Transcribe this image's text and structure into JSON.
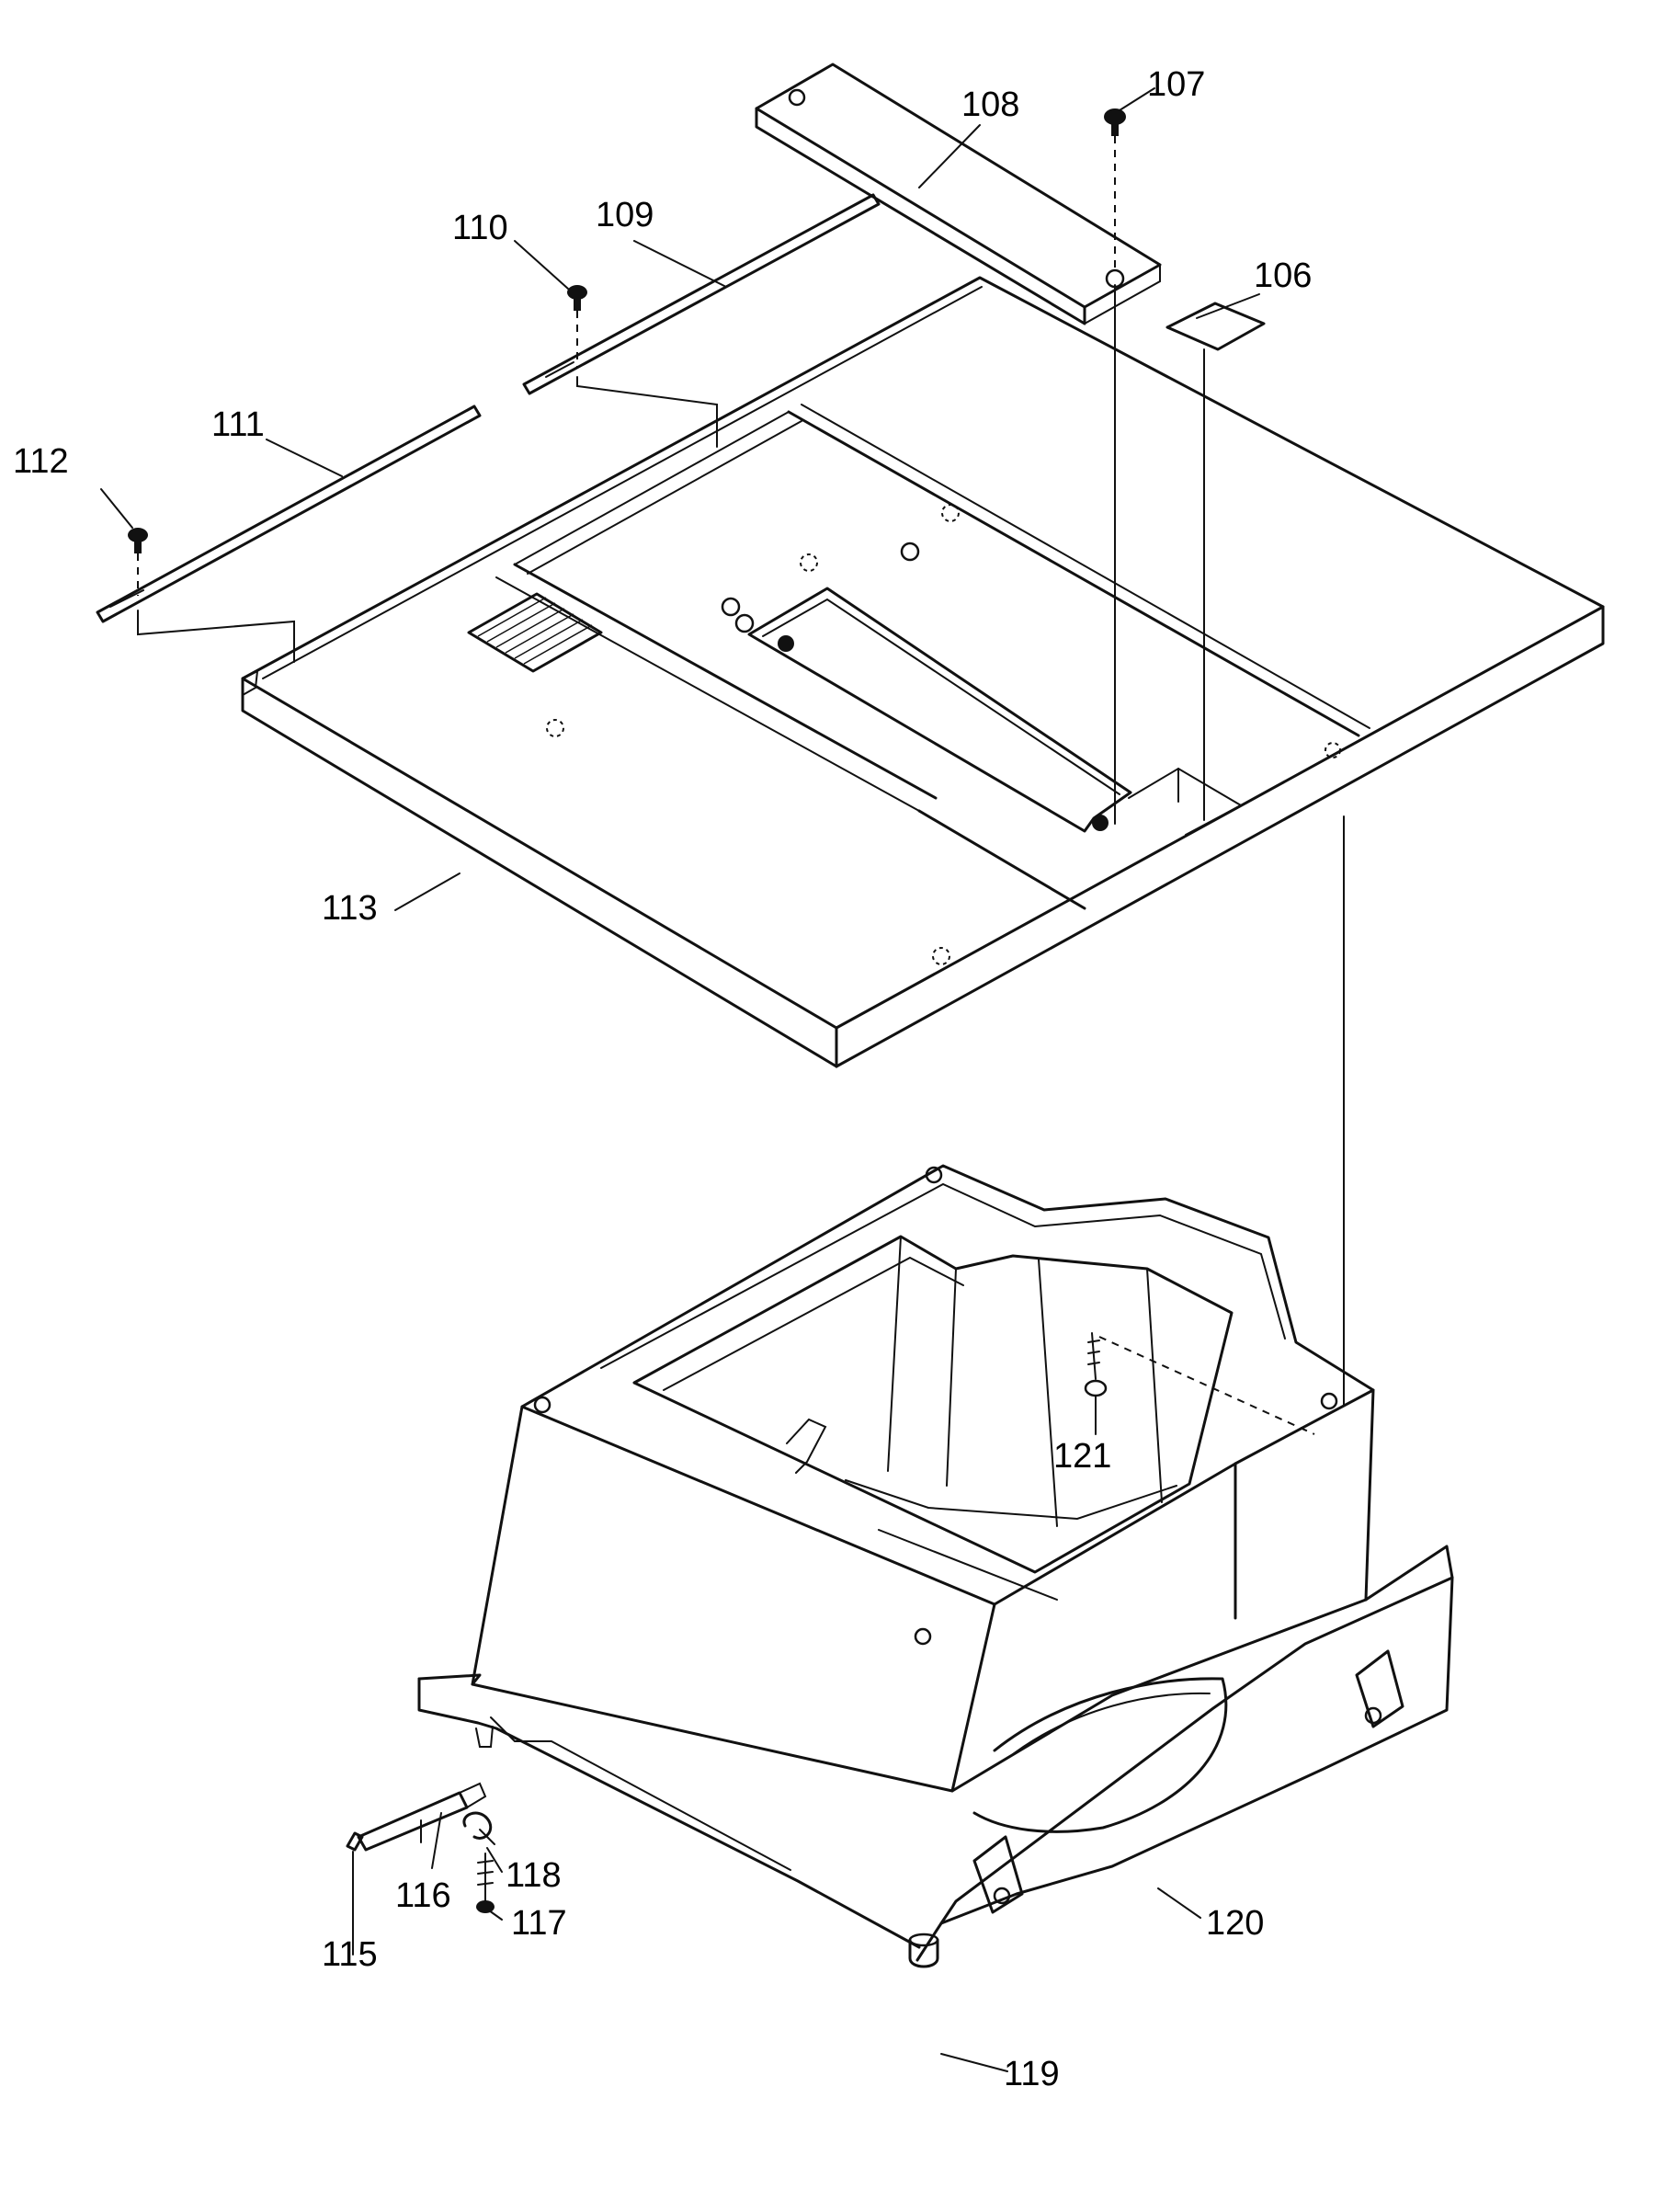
{
  "callouts": [
    {
      "id": "c106",
      "label": "106"
    },
    {
      "id": "c107",
      "label": "107"
    },
    {
      "id": "c108",
      "label": "108"
    },
    {
      "id": "c109",
      "label": "109"
    },
    {
      "id": "c110",
      "label": "110"
    },
    {
      "id": "c111",
      "label": "111"
    },
    {
      "id": "c112",
      "label": "112"
    },
    {
      "id": "c113",
      "label": "113"
    },
    {
      "id": "c115",
      "label": "115"
    },
    {
      "id": "c116",
      "label": "116"
    },
    {
      "id": "c117",
      "label": "117"
    },
    {
      "id": "c118",
      "label": "118"
    },
    {
      "id": "c119",
      "label": "119"
    },
    {
      "id": "c120",
      "label": "120"
    },
    {
      "id": "c121",
      "label": "121"
    }
  ]
}
